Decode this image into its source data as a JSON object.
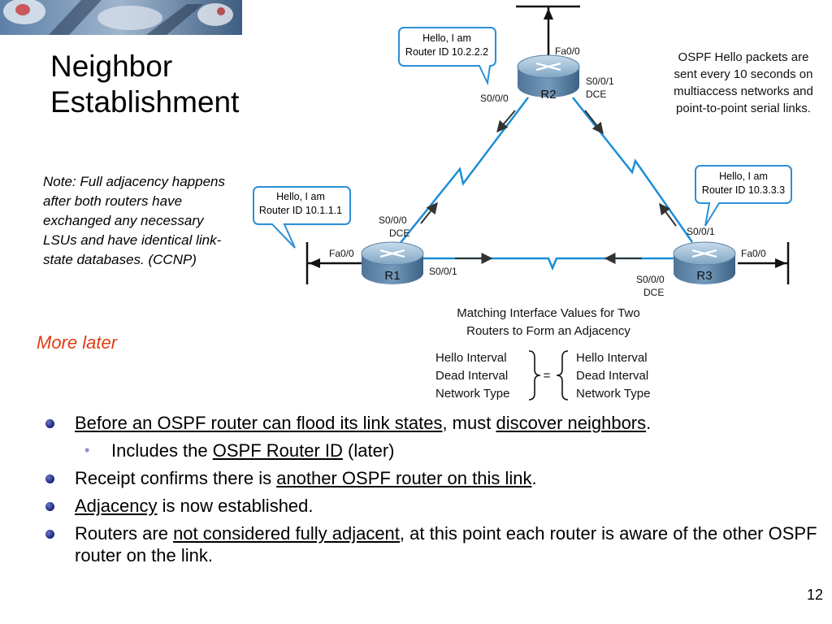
{
  "title": [
    "Neighbor",
    "Establishment"
  ],
  "note": "Note: Full adjacency happens after both routers have exchanged any necessary LSUs and have identical link-state databases. (CCNP)",
  "more_later": "More later",
  "diagram": {
    "routers": [
      "R1",
      "R2",
      "R3"
    ],
    "hello_r1": [
      "Hello, I am",
      "Router ID 10.1.1.1"
    ],
    "hello_r2": [
      "Hello, I am",
      "Router ID 10.2.2.2"
    ],
    "hello_r3": [
      "Hello, I am",
      "Router ID 10.3.3.3"
    ],
    "description": [
      "OSPF Hello packets are",
      "sent every 10 seconds on",
      "multiaccess networks and",
      "point-to-point serial links."
    ],
    "interfaces": {
      "r1_fa": "Fa0/0",
      "r1_s000": "S0/0/0",
      "r1_s000_dce": "DCE",
      "r1_s001": "S0/0/1",
      "r2_fa": "Fa0/0",
      "r2_s000": "S0/0/0",
      "r2_s001": "S0/0/1",
      "r2_s001_dce": "DCE",
      "r3_fa": "Fa0/0",
      "r3_s001": "S0/0/1",
      "r3_s000": "S0/0/0",
      "r3_s000_dce": "DCE"
    },
    "matching_title": [
      "Matching Interface Values for Two",
      "Routers to Form an Adjacency"
    ],
    "left_values": [
      "Hello Interval",
      "Dead Interval",
      "Network Type"
    ],
    "right_values": [
      "Hello Interval",
      "Dead Interval",
      "Network Type"
    ],
    "equals": "="
  },
  "bullets": {
    "b1_a": "Before an OSPF router can flood its link states",
    "b1_b": ", must ",
    "b1_c": "discover neighbors",
    "b1_d": ".",
    "b1_sub_a": "Includes the ",
    "b1_sub_b": "OSPF Router ID",
    "b1_sub_c": " (later)",
    "b2_a": "Receipt confirms there is ",
    "b2_b": "another OSPF router on this link",
    "b2_c": ".",
    "b3_a": "Adjacency",
    "b3_b": " is now established.",
    "b4_a": "Routers are ",
    "b4_b": "not considered fully adjacent",
    "b4_c": ", at this point each router is aware of the other OSPF router on the link."
  },
  "page_number": "12",
  "colors": {
    "link": "#1b8ed6",
    "arrow": "#333333",
    "box_border": "#2c8fd6",
    "accent": "#e03c14"
  }
}
